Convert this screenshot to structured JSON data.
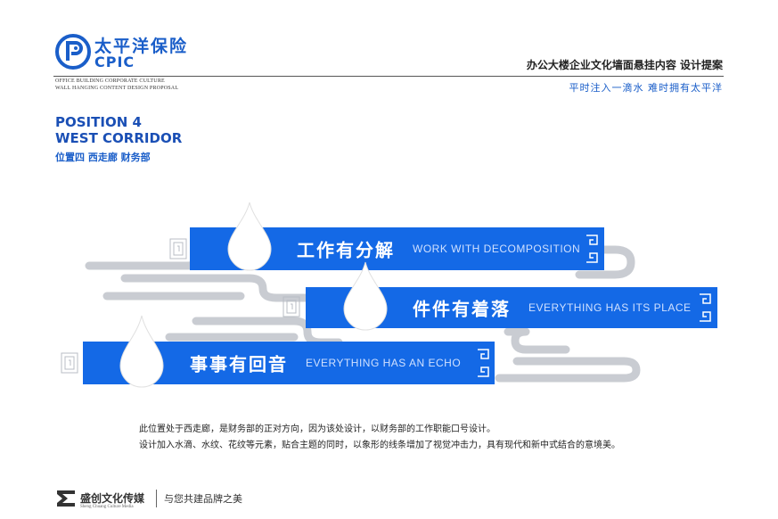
{
  "header": {
    "brand_cn": "太平洋保险",
    "brand_en": "CPIC",
    "subtitle_en_line1": "OFFICE BUILDING CORPORATE CULTURE",
    "subtitle_en_line2": "WALL HANGING CONTENT DESIGN PROPOSAL",
    "proposal_title": "办公大楼企业文化墙面悬挂内容 设计提案",
    "slogan": "平时注入一滴水 难时拥有太平洋"
  },
  "position": {
    "line1": "POSITION 4",
    "line2": "WEST CORRIDOR",
    "cn": "位置四 西走廊 财务部"
  },
  "banners": [
    {
      "cn": "工作有分解",
      "en": "WORK WITH DECOMPOSITION"
    },
    {
      "cn": "件件有着落",
      "en": "EVERYTHING HAS ITS PLACE"
    },
    {
      "cn": "事事有回音",
      "en": "EVERYTHING HAS AN ECHO"
    }
  ],
  "description": [
    "此位置处于西走廊，是财务部的正对方向，因为该处设计，以财务部的工作职能口号设计。",
    "设计加入水滴、水纹、花纹等元素，贴合主题的同时，以象形的线条增加了视觉冲击力，具有现代和新中式结合的意境美。"
  ],
  "footer": {
    "company_cn": "盛创文化传媒",
    "company_en": "Sheng Chuang Culture Media",
    "tagline": "与您共建品牌之美"
  },
  "colors": {
    "brand_blue": "#1469e6",
    "logo_blue": "#1a5ec9",
    "wave_gray": "#c9ccd2"
  }
}
